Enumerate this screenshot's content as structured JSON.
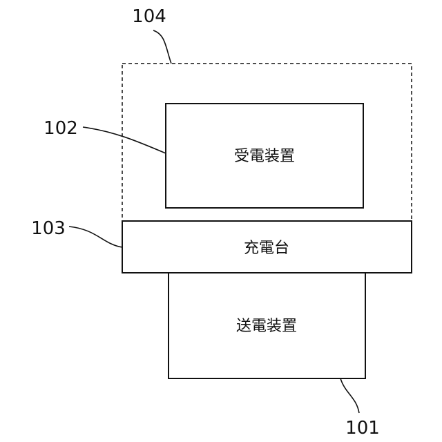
{
  "diagram": {
    "boxes": {
      "receiver": {
        "label": "受電装置"
      },
      "charging_stand": {
        "label": "充電台"
      },
      "transmitter": {
        "label": "送電装置"
      }
    },
    "reference_numerals": {
      "transmitter": "101",
      "receiver": "102",
      "charging_stand": "103",
      "dashed_region": "104"
    }
  }
}
